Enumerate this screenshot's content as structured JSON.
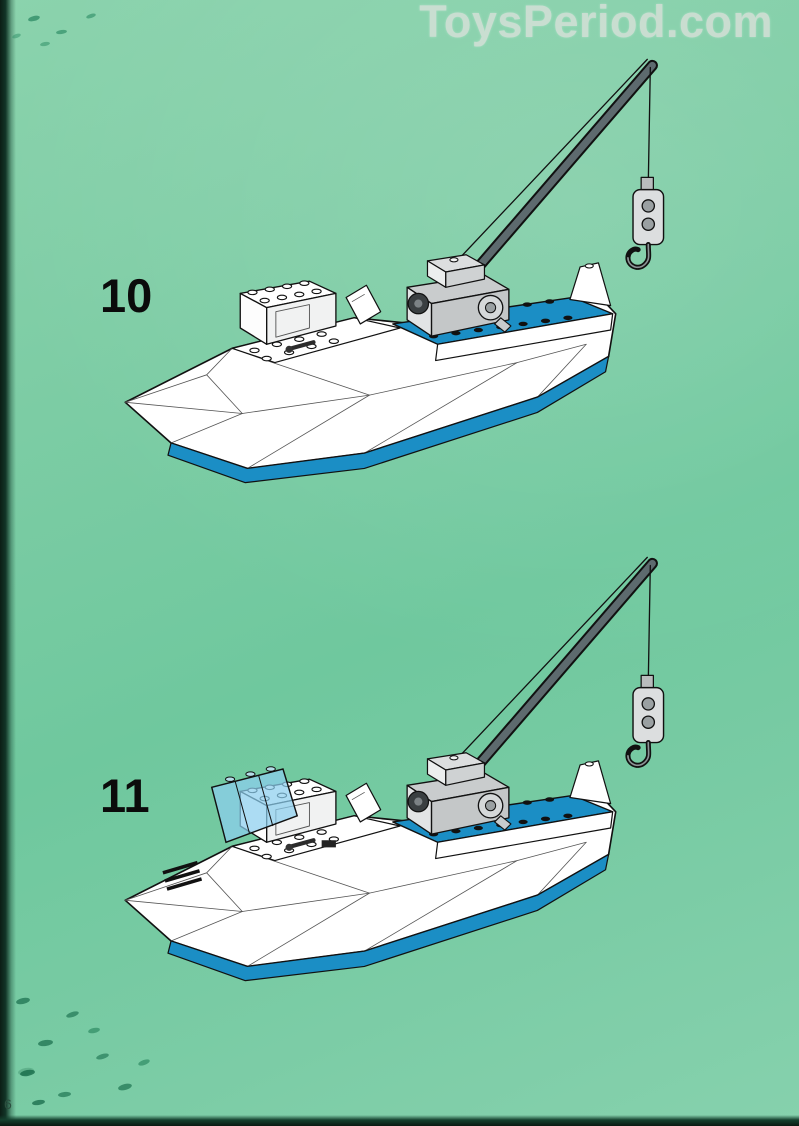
{
  "page": {
    "watermark": "ToysPeriod.com",
    "page_number": "6",
    "steps": [
      {
        "number": "10",
        "illustration": "lego-boat-with-crane-winch-and-hook"
      },
      {
        "number": "11",
        "illustration": "lego-boat-with-crane-winch-hook-and-windshield"
      }
    ]
  },
  "colors": {
    "background_green_light": "#8bd3ad",
    "background_green_dark": "#6fc89e",
    "scan_edge_dark": "#0b1d15",
    "brick_white": "#ffffff",
    "brick_blue": "#1b8ec5",
    "crane_boom_gray": "#5d6a6e",
    "light_gray_parts": "#dcdedf",
    "outline_black": "#111111",
    "watermark_text": "#cfdfd4",
    "windshield_trans_blue": "rgba(140,206,238,0.72)",
    "fish_speck_green": "#1d7250"
  }
}
